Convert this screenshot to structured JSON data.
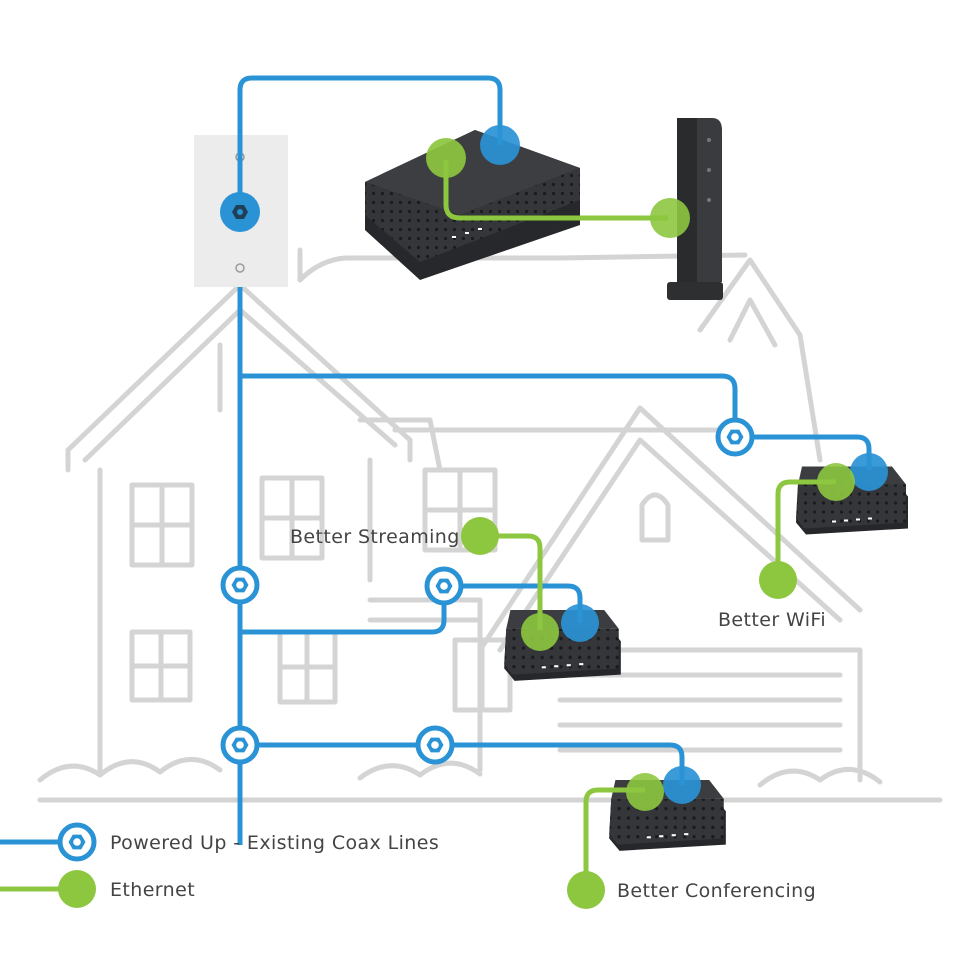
{
  "labels": {
    "streaming": "Better Streaming",
    "wifi": "Better WiFi",
    "conferencing": "Better Conferencing"
  },
  "legend": {
    "coax": "Powered Up - Existing Coax Lines",
    "ethernet": "Ethernet"
  },
  "colors": {
    "coax": "#2a93d5",
    "ethernet": "#8dc63f",
    "device": "#333538",
    "house": "#d4d4d4",
    "wall_plate": "#ececec"
  },
  "icons": {
    "coax_node": "coax-connector-icon",
    "ethernet_node": "ethernet-dot-icon"
  }
}
